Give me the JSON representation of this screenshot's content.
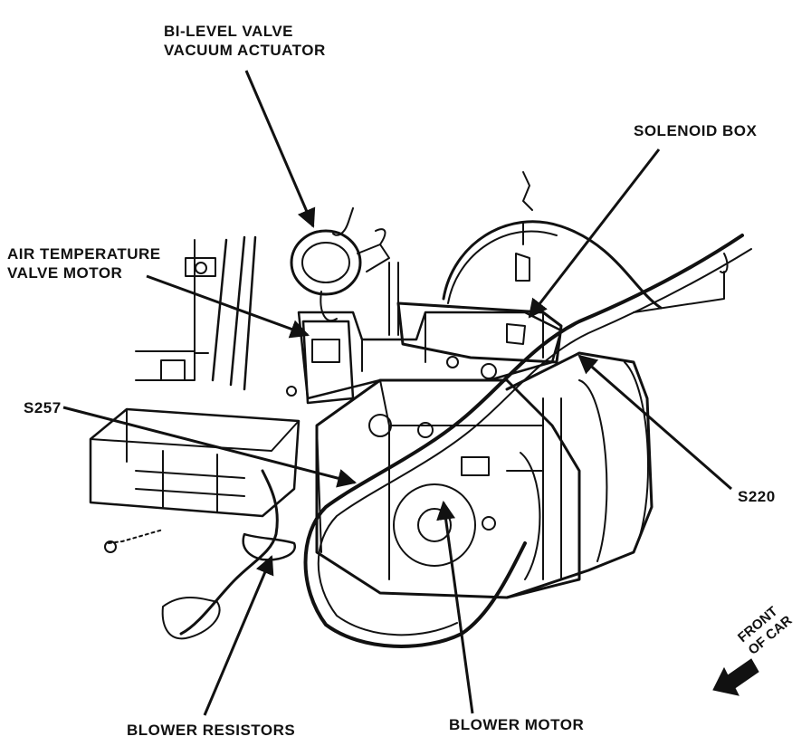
{
  "labels": {
    "bilevel_line1": "BI-LEVEL VALVE",
    "bilevel_line2": "VACUUM ACTUATOR",
    "solenoid_box": "SOLENOID BOX",
    "air_temp_line1": "AIR TEMPERATURE",
    "air_temp_line2": "VALVE MOTOR",
    "s257": "S257",
    "s220": "S220",
    "blower_resistors": "BLOWER RESISTORS",
    "blower_motor": "BLOWER MOTOR",
    "front_line1": "FRONT",
    "front_line2": "OF CAR"
  },
  "colors": {
    "ink": "#111111",
    "background": "#ffffff"
  }
}
